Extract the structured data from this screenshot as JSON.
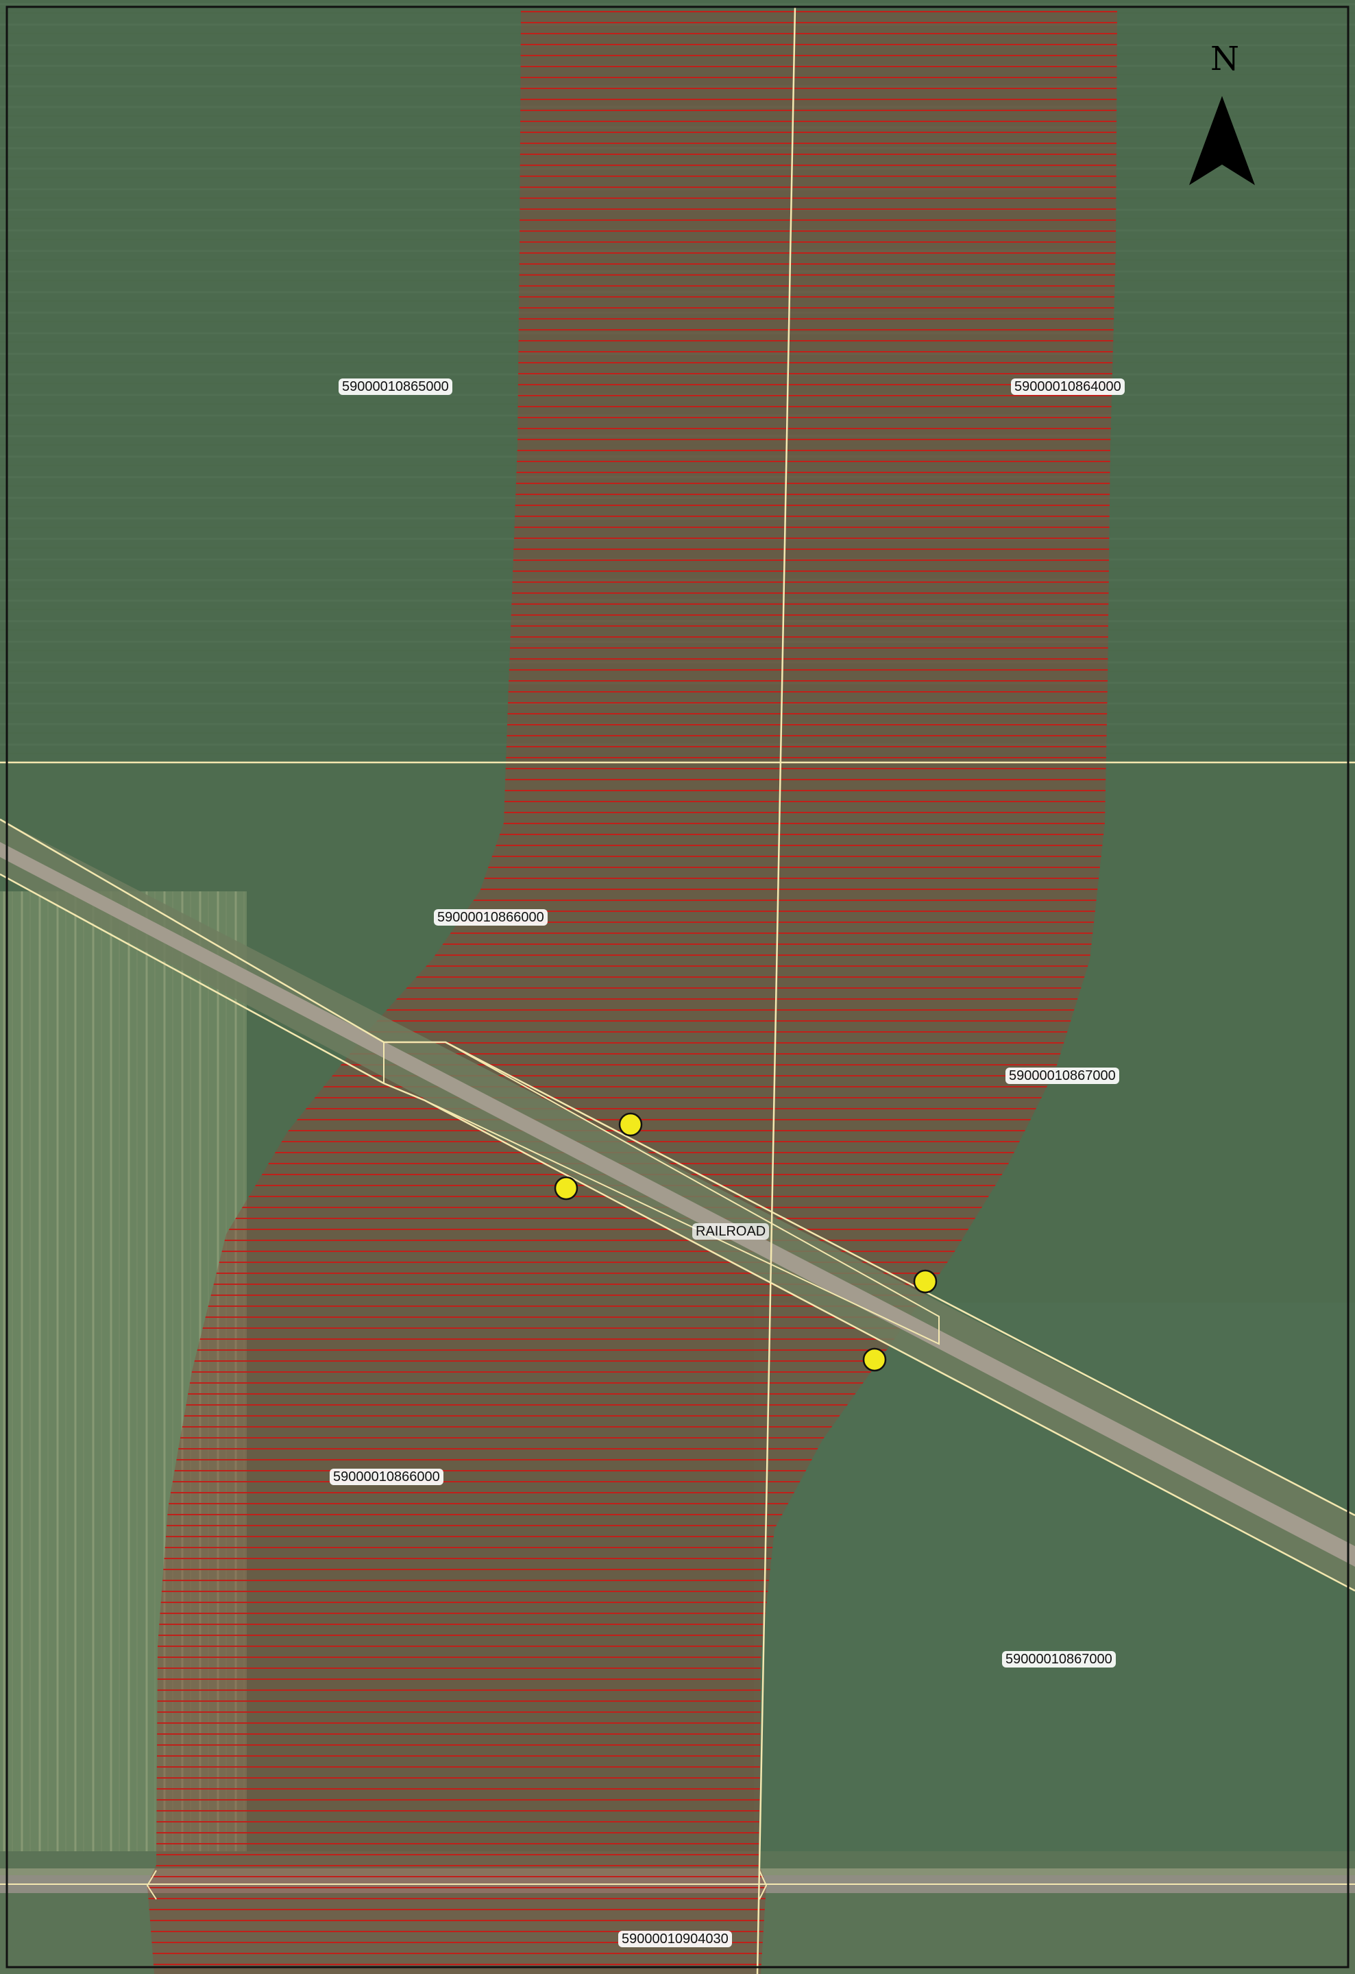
{
  "map": {
    "north_arrow": {
      "letter": "N",
      "icon": "north-arrow-icon"
    },
    "parcels": [
      {
        "id": "59000010865000"
      },
      {
        "id": "59000010864000"
      },
      {
        "id": "59000010866000"
      },
      {
        "id": "59000010867000"
      },
      {
        "id": "59000010866000"
      },
      {
        "id": "59000010867000"
      },
      {
        "id": "59000010904030"
      }
    ],
    "railroad_label": "RAILROAD",
    "side_note": "",
    "markers_count_visible": 4,
    "colors": {
      "field": "#4f6d4f",
      "field_light": "#5c7a55",
      "corridor_hatch": "#c0201a",
      "corridor_fill": "#8a5a4a",
      "parcel_line": "#f4e8b0",
      "marker": "#f2ea1c",
      "railroad_bed": "#9a9284"
    }
  }
}
